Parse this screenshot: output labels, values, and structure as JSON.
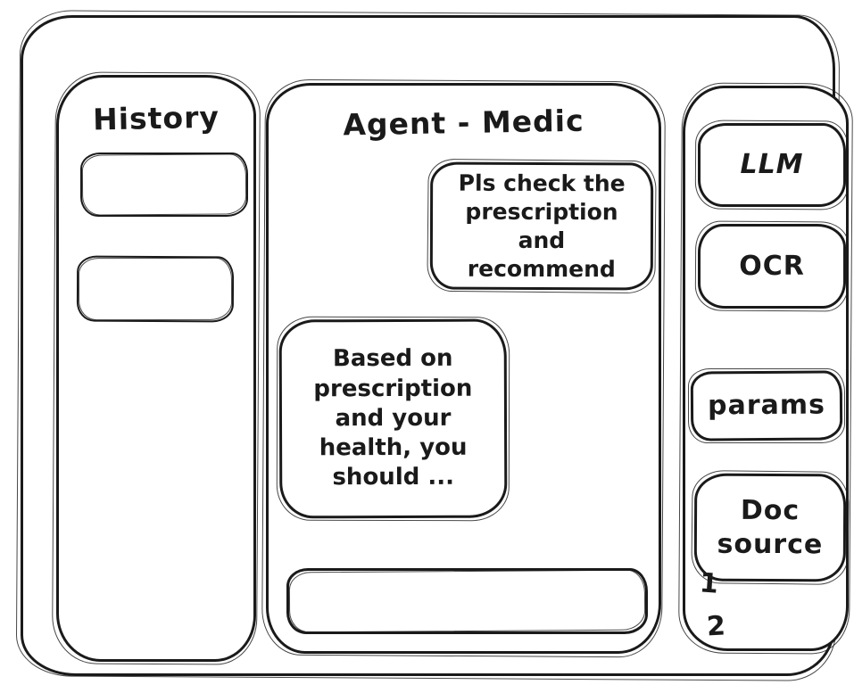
{
  "app": {
    "title": "Agent - Medic"
  },
  "history": {
    "title": "History",
    "items": [
      {
        "label": ""
      },
      {
        "label": ""
      }
    ]
  },
  "chat": {
    "title": "Agent - Medic",
    "messages": [
      {
        "role": "user",
        "text": "Pls check the prescription and recommend"
      },
      {
        "role": "agent",
        "text": "Based on prescription and your health, you should ..."
      }
    ],
    "input": {
      "value": "",
      "placeholder": ""
    }
  },
  "tools": {
    "llm_label": "LLM",
    "ocr_label": "OCR",
    "params_label": "params",
    "doc_source_label": "Doc source",
    "doc_items": [
      {
        "label": "1"
      },
      {
        "label": "2"
      }
    ]
  },
  "colors": {
    "ink": "#1a1a1a",
    "paper": "#ffffff"
  }
}
